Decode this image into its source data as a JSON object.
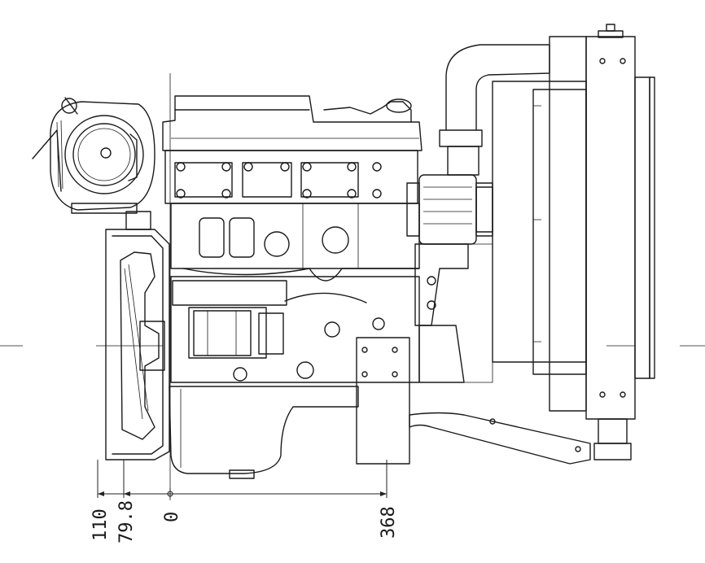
{
  "dimensions": {
    "d1": "110",
    "d2": "79.8",
    "d3": "0",
    "d4": "368"
  },
  "colors": {
    "line": "#1a1a1a",
    "background": "#ffffff"
  }
}
